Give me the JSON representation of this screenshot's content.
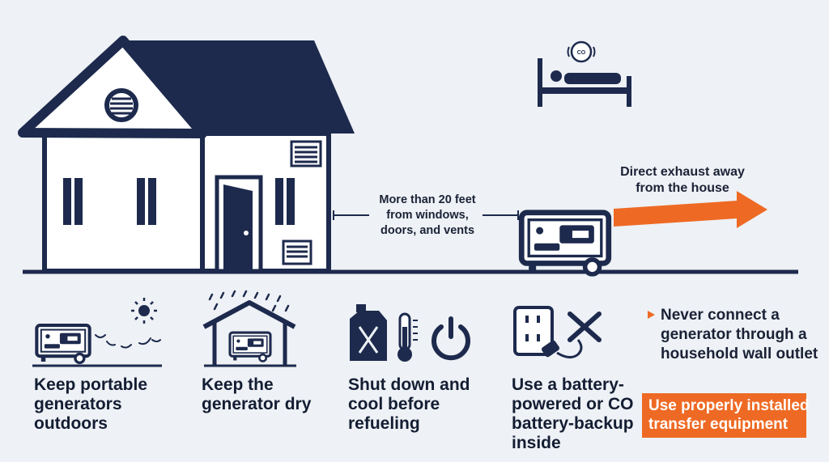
{
  "colors": {
    "navy": "#1d2a4d",
    "background": "#eef1f5",
    "white": "#ffffff",
    "accent_orange": "#ee6a24",
    "text": "#131d33"
  },
  "icons": [
    "house",
    "attic-vent",
    "door",
    "generator",
    "exhaust-arrow",
    "bed",
    "co-alarm",
    "sun",
    "rain",
    "fuel-can",
    "thermometer",
    "power",
    "wall-outlet",
    "plug",
    "cross"
  ],
  "distance_note": {
    "lines": [
      "More than 20 feet",
      "from windows,",
      "doors, and vents"
    ]
  },
  "exhaust_note": {
    "lines": [
      "Direct exhaust away",
      "from the house"
    ]
  },
  "co_alarm": {
    "label": "CO"
  },
  "tips": [
    {
      "lines": [
        "Keep portable",
        "generators",
        "outdoors"
      ]
    },
    {
      "lines": [
        "Keep the",
        "generator dry"
      ]
    },
    {
      "lines": [
        "Shut down and",
        "cool before",
        "refueling"
      ]
    },
    {
      "lines": [
        "Use a battery-",
        "powered or CO",
        "battery-backup",
        "inside"
      ]
    }
  ],
  "warning": {
    "lines": [
      "Never connect a",
      "generator through a",
      "household wall outlet"
    ]
  },
  "transfer_box": {
    "lines": [
      "Use properly installed",
      "transfer equipment"
    ]
  }
}
